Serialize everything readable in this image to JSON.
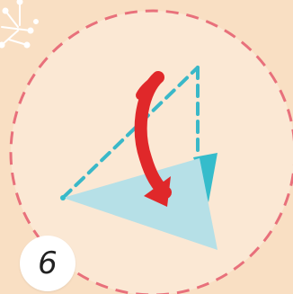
{
  "step": {
    "number": "6"
  },
  "illustration": {
    "action": "fold-down",
    "icons": [
      "sparkle-icon",
      "folded-paper-triangle",
      "curved-arrow-icon",
      "dashed-circle-frame"
    ]
  },
  "colors": {
    "background": "#f9dfc3",
    "circle_fill": "#fbe8d4",
    "circle_dash": "#e8707b",
    "paper_light": "#b6e0e7",
    "paper_dark": "#35bccb",
    "guide_dash": "#3ab8c8",
    "arrow": "#e0282a",
    "sparkle": "#ffffff",
    "badge_bg": "#ffffff"
  }
}
